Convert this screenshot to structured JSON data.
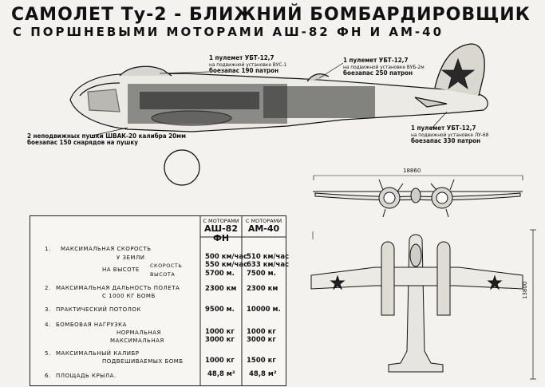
{
  "header": {
    "title": "САМОЛЕТ Ту-2 - БЛИЖНИЙ БОМБАРДИРОВЩИК",
    "subtitle": "С ПОРШНЕВЫМИ МОТОРАМИ АШ-82 ФН И АМ-40"
  },
  "annotations": {
    "gun_vus": {
      "line1": "1 пулемет УБТ-12,7",
      "line2": "на подвижной установке ВУС-1",
      "line3": "боезапас 190 патрон"
    },
    "gun_vub": {
      "line1": "1 пулемет УБТ-12,7",
      "line2": "на подвижной установке ВУБ-2м",
      "line3": "боезапас 250 патрон"
    },
    "gun_lu": {
      "line1": "1 пулемет УБТ-12,7",
      "line2": "на подвижной установке ЛУ-68",
      "line3": "боезапас 330 патрон"
    },
    "cannons": {
      "line1": "2 неподвижных пушки ШВАК-20 калибра 20мм",
      "line2": "боезапас 150 снарядов на пушку"
    }
  },
  "dimensions": {
    "span": "18860",
    "length": "13800"
  },
  "table": {
    "col1_header": {
      "top": "С МОТОРАМИ",
      "engine": "АШ-82 ФН"
    },
    "col2_header": {
      "top": "С МОТОРАМИ",
      "engine": "АМ-40"
    },
    "rows": [
      {
        "num": "1.",
        "label": "МАКСИМАЛЬНАЯ СКОРОСТЬ"
      },
      {
        "label": "У ЗЕМЛИ",
        "v1": "500 км/час",
        "v2": "510 км/час"
      },
      {
        "label": "НА ВЫСОТЕ",
        "sub1": "СКОРОСТЬ",
        "sub2": "ВЫСОТА",
        "v1": "550 км/час",
        "v2": "633 км/час",
        "v1b": "5700 м.",
        "v2b": "7500 м."
      },
      {
        "num": "2.",
        "label": "МАКСИМАЛЬНАЯ ДАЛЬНОСТЬ ПОЛЕТА С 1000 КГ БОМБ",
        "label1": "МАКСИМАЛЬНАЯ ДАЛЬНОСТЬ ПОЛЕТА",
        "label2": "С 1000 КГ БОМБ",
        "v1": "2300 км",
        "v2": "2300 км"
      },
      {
        "num": "3.",
        "label": "ПРАКТИЧЕСКИЙ ПОТОЛОК",
        "v1": "9500 м.",
        "v2": "10000 м."
      },
      {
        "num": "4.",
        "label": "БОМБОВАЯ НАГРУЗКА"
      },
      {
        "label": "НОРМАЛЬНАЯ",
        "v1": "1000 кг",
        "v2": "1000 кг"
      },
      {
        "label": "МАКСИМАЛЬНАЯ",
        "v1": "3000 кг",
        "v2": "3000 кг"
      },
      {
        "num": "5.",
        "label1": "МАКСИМАЛЬНЫЙ КАЛИБР",
        "label2": "ПОДВЕШИВАЕМЫХ БОМБ",
        "v1": "1000 кг",
        "v2": "1500 кг"
      },
      {
        "num": "6.",
        "label": "ПЛОЩАДЬ КРЫЛА.",
        "v1": "48,8 м²",
        "v2": "48,8 м²"
      }
    ]
  }
}
